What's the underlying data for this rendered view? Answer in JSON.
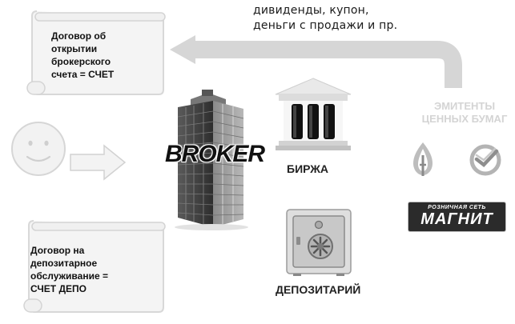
{
  "contract_brokerage": {
    "text": "Договор об\nоткрытии\nброкерского\nсчета = СЧЕТ"
  },
  "contract_depository": {
    "text": "Договор на\nдепозитарное\nобслуживание =\nСЧЕТ ДЕПО"
  },
  "income_flow": {
    "label": "дивиденды, купон,\nденьги с продажи и пр."
  },
  "broker": {
    "label": "BROKER"
  },
  "exchange": {
    "label": "БИРЖА"
  },
  "depository": {
    "label": "ДЕПОЗИТАРИЙ"
  },
  "issuers": {
    "title": "ЭМИТЕНТЫ\nЦЕННЫХ БУМАГ",
    "magnit": {
      "top_line": "РОЗНИЧНАЯ СЕТЬ",
      "name": "МАГНИТ"
    }
  }
}
